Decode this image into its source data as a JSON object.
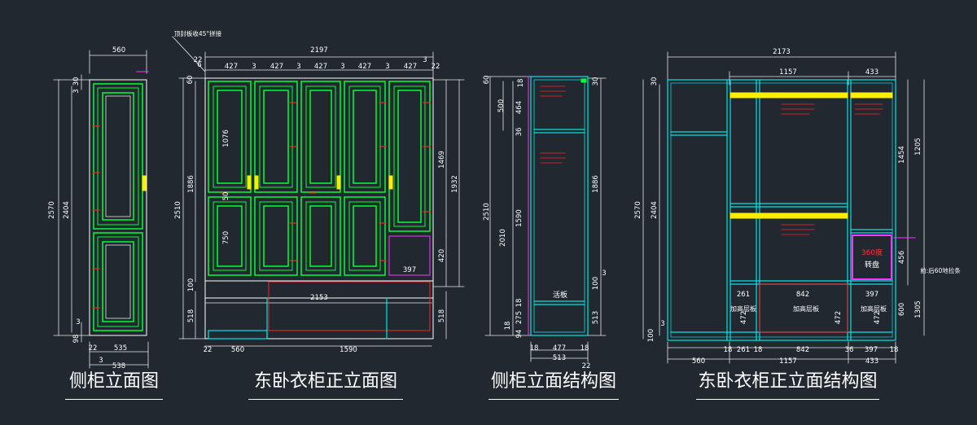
{
  "titles": [
    "侧柜立面图",
    "东卧衣柜正立面图",
    "侧柜立面结构图",
    "东卧衣柜正立面结构图"
  ],
  "dims": {
    "side_top": "560",
    "side_h_total": "2570",
    "side_h_inner": "2404",
    "side_top_s1": "30",
    "side_top_s2": "3",
    "side_bot_s1": "3",
    "side_bot_s2": "98",
    "side_bot_a": "22",
    "side_bot_b": "535",
    "side_bot_c": "538",
    "side_bot_d": "3",
    "front_total": "2197",
    "front_left_off": "22",
    "front_right_off": "3",
    "front_right_off2": "22",
    "door_w": "427",
    "gap_w": "3",
    "front_h_total": "2510",
    "front_h_door": "1886",
    "front_upper_door_h": "1076",
    "front_mid_gap": "50",
    "front_lower_door_h": "750",
    "front_plinth_gap": "100",
    "front_base_h": "518",
    "front_base_w": "2153",
    "front_base_left": "560",
    "front_base_right": "1590",
    "front_base_left_off": "22",
    "front_top_s1": "60",
    "front_top_s2": "6",
    "front_right_h1": "1469",
    "front_right_h2": "1932",
    "front_right_h3": "420",
    "front_right_base": "518",
    "front_box_w": "397",
    "front_annotation": "顶封板收45°拼接",
    "side_s_top1": "60",
    "side_s_top2": "18",
    "side_s_top3": "30",
    "side_s_500": "500",
    "side_s_464": "464",
    "side_s_36": "36",
    "side_s_2510": "2510",
    "side_s_2010": "2010",
    "side_s_1590": "1590",
    "side_s_275": "275",
    "side_s_18a": "18",
    "side_s_18b": "18",
    "side_s_94": "94",
    "side_s_1886": "1886",
    "side_s_100": "100",
    "side_s_513v": "513",
    "side_s_3": "3",
    "side_s_b18a": "18",
    "side_s_b477": "477",
    "side_s_b18b": "18",
    "side_s_b513": "513",
    "side_s_b22": "22",
    "side_s_label": "活板",
    "struct_total": "2173",
    "struct_top_mid": "1157",
    "struct_top_right": "433",
    "struct_h_total": "2570",
    "struct_h_inner": "2404",
    "struct_h_1454": "1454",
    "struct_h_1205": "1205",
    "struct_h_456": "456",
    "struct_h_600": "600",
    "struct_h_1305": "1305",
    "struct_h_100": "100",
    "struct_h_30": "30",
    "struct_h_3": "3",
    "struct_row_261": "261",
    "struct_row_842": "842",
    "struct_row_397": "397",
    "struct_row_472a": "472",
    "struct_row_472b": "472",
    "struct_row_472c": "472",
    "struct_lbl1": "加高层板",
    "struct_lbl2": "加高层板",
    "struct_lbl3": "加高层板",
    "struct_bot_18a": "18",
    "struct_bot_261": "261",
    "struct_bot_18b": "18",
    "struct_bot_842": "842",
    "struct_bot_36": "36",
    "struct_bot_397": "397",
    "struct_bot_18c": "18",
    "struct_bot_560": "560",
    "struct_bot_1157": "1157",
    "struct_bot_433": "433",
    "struct_360": "360度",
    "struct_box_label": "转盘",
    "struct_note": "前:后60地拉条"
  }
}
